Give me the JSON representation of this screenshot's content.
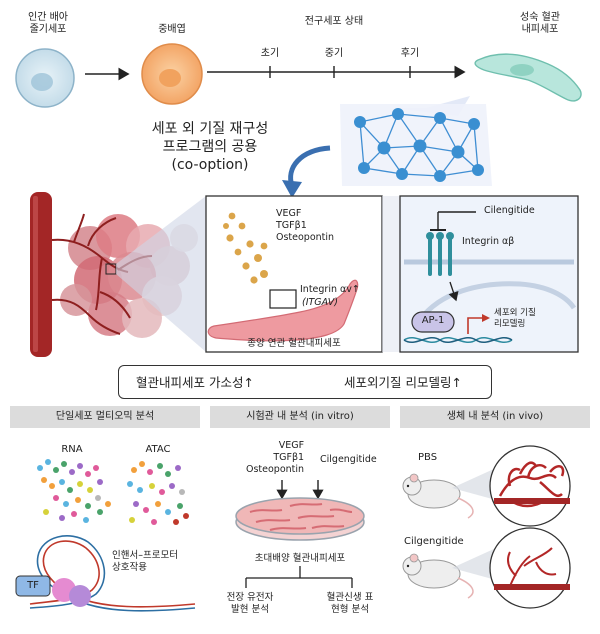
{
  "timeline": {
    "stage1": [
      "인간 배아",
      "줄기세포"
    ],
    "stage2": "중배엽",
    "stage3_title": "전구세포 상태",
    "stage3_ticks": [
      "초기",
      "중기",
      "후기"
    ],
    "stage4": [
      "성숙 혈관",
      "내피세포"
    ]
  },
  "cooption": {
    "line1": "세포 외 기질 재구성",
    "line2": "프로그램의 공용",
    "line3": "(co-option)"
  },
  "middle": {
    "factors": [
      "VEGF",
      "TGFβ1",
      "Osteopontin"
    ],
    "integrin": "Integrin αv↑",
    "itgav": "(ITGAV)",
    "tumor_cell_label": "종양 연관 혈관내피세포",
    "cilengitide": "Cilengitide",
    "integrin_ab": "Integrin αβ",
    "ap1": "AP-1",
    "remodel": [
      "세포외 기질",
      "리모델링"
    ]
  },
  "banner": {
    "left": "혈관내피세포 가소성↑",
    "right": "세포외기질 리모델링↑"
  },
  "panels": {
    "p1": {
      "title": "단일세포 멀티오믹 분석",
      "rna": "RNA",
      "atac": "ATAC",
      "tf": "TF",
      "interaction": [
        "인핸서–프로모터",
        "상호작용"
      ]
    },
    "p2": {
      "title": "시험관 내 분석 (in vitro)",
      "factors": [
        "VEGF",
        "TGFβ1",
        "Osteopontin"
      ],
      "drug": "Cilgengitide",
      "culture": "초대배양 혈관내피세포",
      "out1": [
        "전장 유전자",
        "발현 분석"
      ],
      "out2": [
        "혈관신생 표",
        "현형 분석"
      ]
    },
    "p3": {
      "title": "생체 내 분석 (in vivo)",
      "pbs": "PBS",
      "drug": "Cilgengitide"
    }
  },
  "colors": {
    "stem": "#cfe3ee",
    "mesoderm": "#f6b27a",
    "mature": "#b8e6dc",
    "network": "#3a8fd1",
    "tumor": "#d8727c",
    "vessel": "#a32626",
    "panel_header": "#dcdcdc"
  }
}
